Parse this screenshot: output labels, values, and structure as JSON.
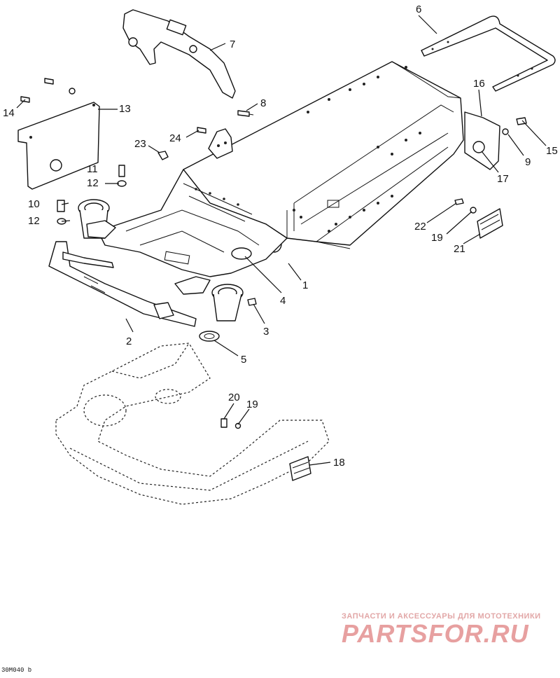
{
  "diagram": {
    "callouts": [
      "1",
      "2",
      "3",
      "4",
      "5",
      "6",
      "7",
      "8",
      "9",
      "10",
      "11",
      "12",
      "12",
      "13",
      "14",
      "15",
      "16",
      "17",
      "18",
      "19",
      "19",
      "20",
      "21",
      "22",
      "23",
      "24"
    ]
  },
  "reference_code": "30M040 b",
  "watermark": {
    "tagline": "ЗАПЧАСТИ И АКСЕССУАРЫ ДЛЯ МОТОТЕХНИКИ",
    "logo": "PARTSFOR.RU"
  },
  "colors": {
    "line": "#111111",
    "watermark": "#e7a0a0"
  }
}
